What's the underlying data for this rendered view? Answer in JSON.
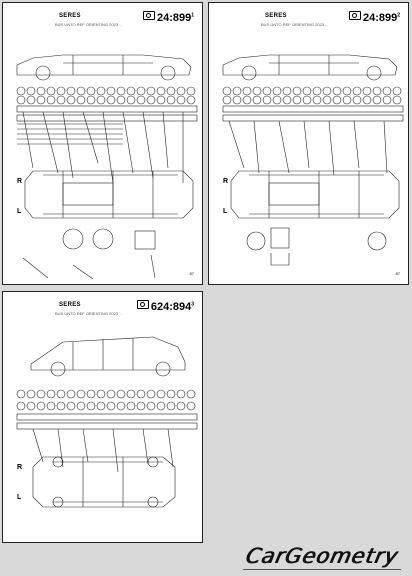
{
  "sheets": [
    {
      "brand": "SERES",
      "subtitle": "BUS UNTO REF ORIENTING 2023 ...",
      "code": "24:899",
      "code_sup": "1",
      "page": "87",
      "sides": [
        "R",
        "L"
      ]
    },
    {
      "brand": "SERES",
      "subtitle": "BUS UNTO REF ORIENTING 2023 ...",
      "code": "24:899",
      "code_sup": "2",
      "page": "87",
      "sides": [
        "R",
        "L"
      ]
    },
    {
      "brand": "SERES",
      "subtitle": "BUS UNTO REF ORIENTING 2023 ...",
      "code": "624:894",
      "code_sup": "3",
      "page": "",
      "sides": [
        "R",
        "L"
      ]
    }
  ],
  "logo": "CarGeometry"
}
